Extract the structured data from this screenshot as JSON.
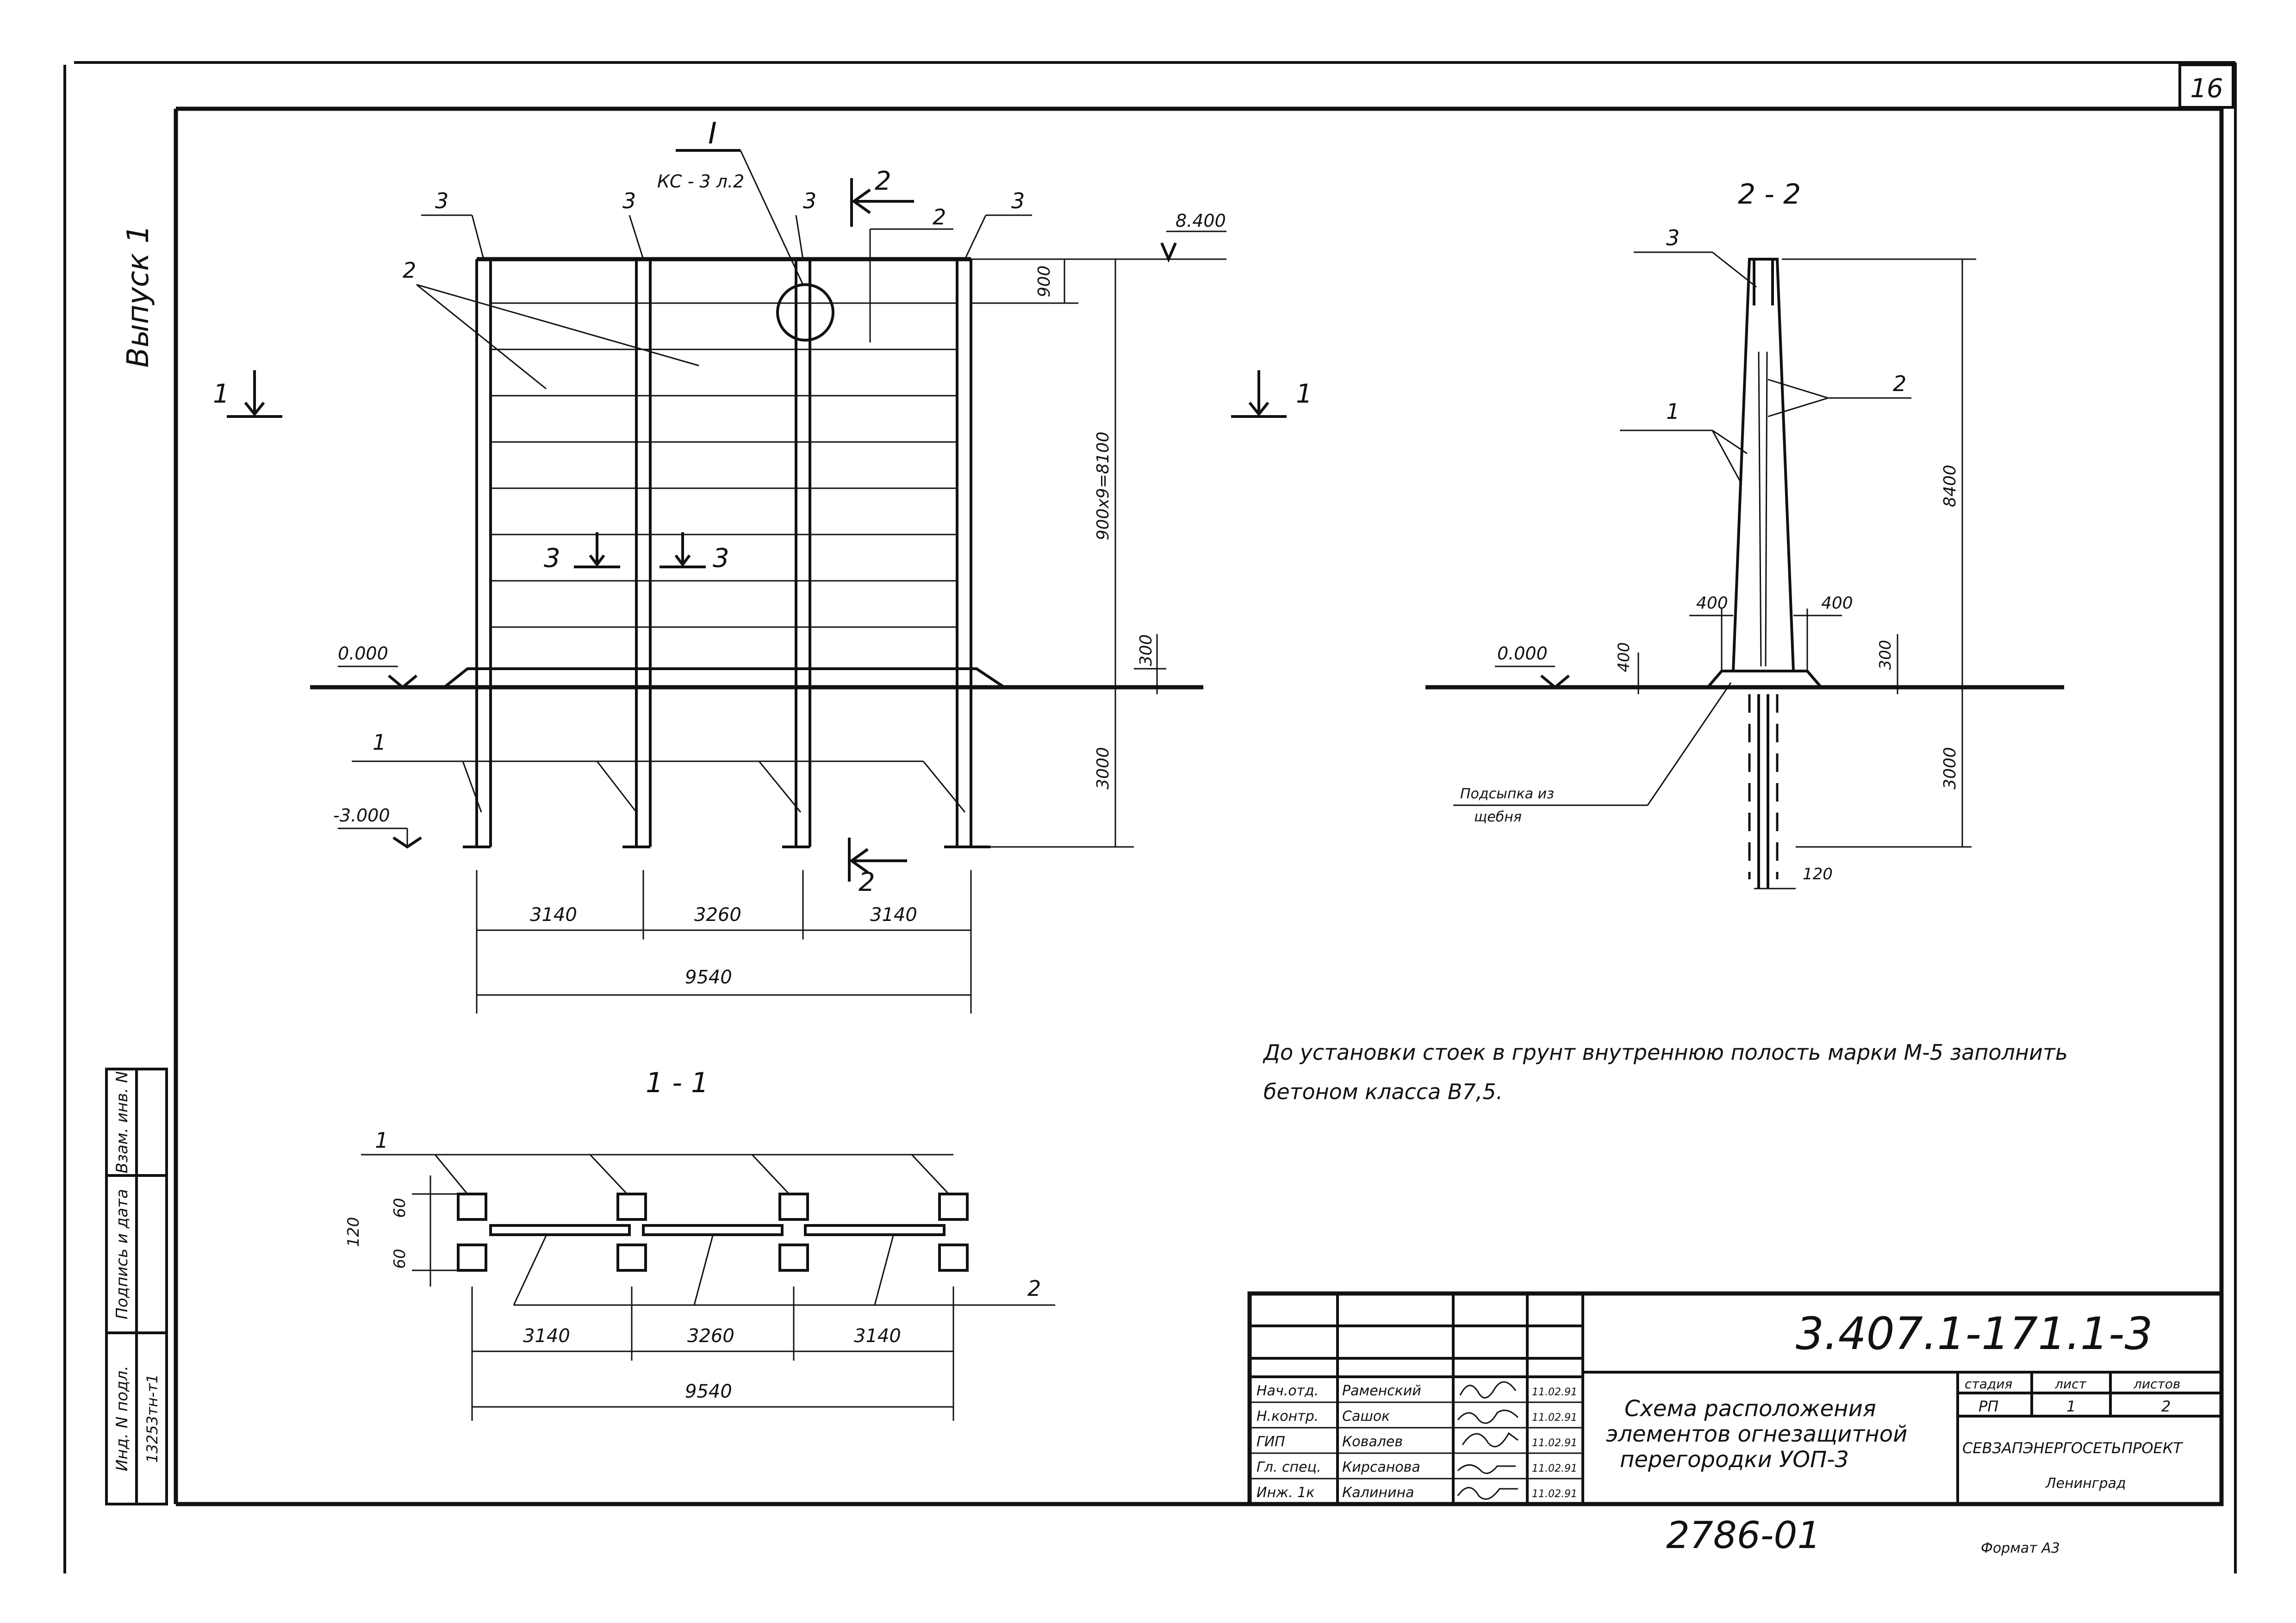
{
  "sheet": {
    "number": "16",
    "format": "Формат А3",
    "archive": "2786-01"
  },
  "side": {
    "vypusk": "Выпуск 1",
    "inv_label": "Инд. N подл.",
    "inv_value": "13253тн-т1",
    "sign_label": "Подпись и дата",
    "vzam_label": "Взам. инв. N"
  },
  "front": {
    "section_I": "I",
    "kc_label": "КС - 3 л.2",
    "cut_1": "1",
    "cut_2": "2",
    "cut_3": "3",
    "lbl_1": "1",
    "lbl_2": "2",
    "lbl_3": "3",
    "elev_top": "8.400",
    "elev_zero": "0.000",
    "elev_bottom": "-3.000",
    "dim_900": "900",
    "dim_stack": "900х9=8100",
    "dim_300": "300",
    "dim_3000": "3000",
    "span_left": "3140",
    "span_mid": "3260",
    "span_right": "3140",
    "span_total": "9540"
  },
  "sec22": {
    "title": "2 - 2",
    "lbl_1": "1",
    "lbl_2": "2",
    "lbl_3": "3",
    "dim_400a": "400",
    "dim_400b": "400",
    "dim_400v": "400",
    "dim_300": "300",
    "dim_8400": "8400",
    "dim_3000": "3000",
    "dim_120": "120",
    "elev_zero": "0.000",
    "fill_line1": "Подсыпка из",
    "fill_line2": "щебня"
  },
  "sec11": {
    "title": "1 - 1",
    "lbl_1": "1",
    "lbl_2": "2",
    "dim_60a": "60",
    "dim_120": "120",
    "dim_60b": "60",
    "span_left": "3140",
    "span_mid": "3260",
    "span_right": "3140",
    "span_total": "9540"
  },
  "note": {
    "line1": "До установки стоек в грунт внутреннюю полость марки М-5 заполнить",
    "line2": "бетоном класса В7,5."
  },
  "stamp": {
    "code": "3.407.1-171.1-3",
    "title1": "Схема расположения",
    "title2": "элементов огнезащитной",
    "title3": "перегородки УОП-3",
    "org": "СЕВЗАПЭНЕРГОСЕТЬПРОЕКТ",
    "city": "Ленинград",
    "stage_h": "стадия",
    "sheet_h": "лист",
    "sheets_h": "листов",
    "stage": "РП",
    "sheet": "1",
    "sheets": "2",
    "rows": [
      {
        "role": "Нач.отд.",
        "name": "Раменский",
        "date": "11.02.91"
      },
      {
        "role": "Н.контр.",
        "name": "Сашок",
        "date": "11.02.91"
      },
      {
        "role": "ГИП",
        "name": "Ковалев",
        "date": "11.02.91"
      },
      {
        "role": "Гл. спец.",
        "name": "Кирсанова",
        "date": "11.02.91"
      },
      {
        "role": "Инж. 1к",
        "name": "Калинина",
        "date": "11.02.91"
      }
    ]
  }
}
